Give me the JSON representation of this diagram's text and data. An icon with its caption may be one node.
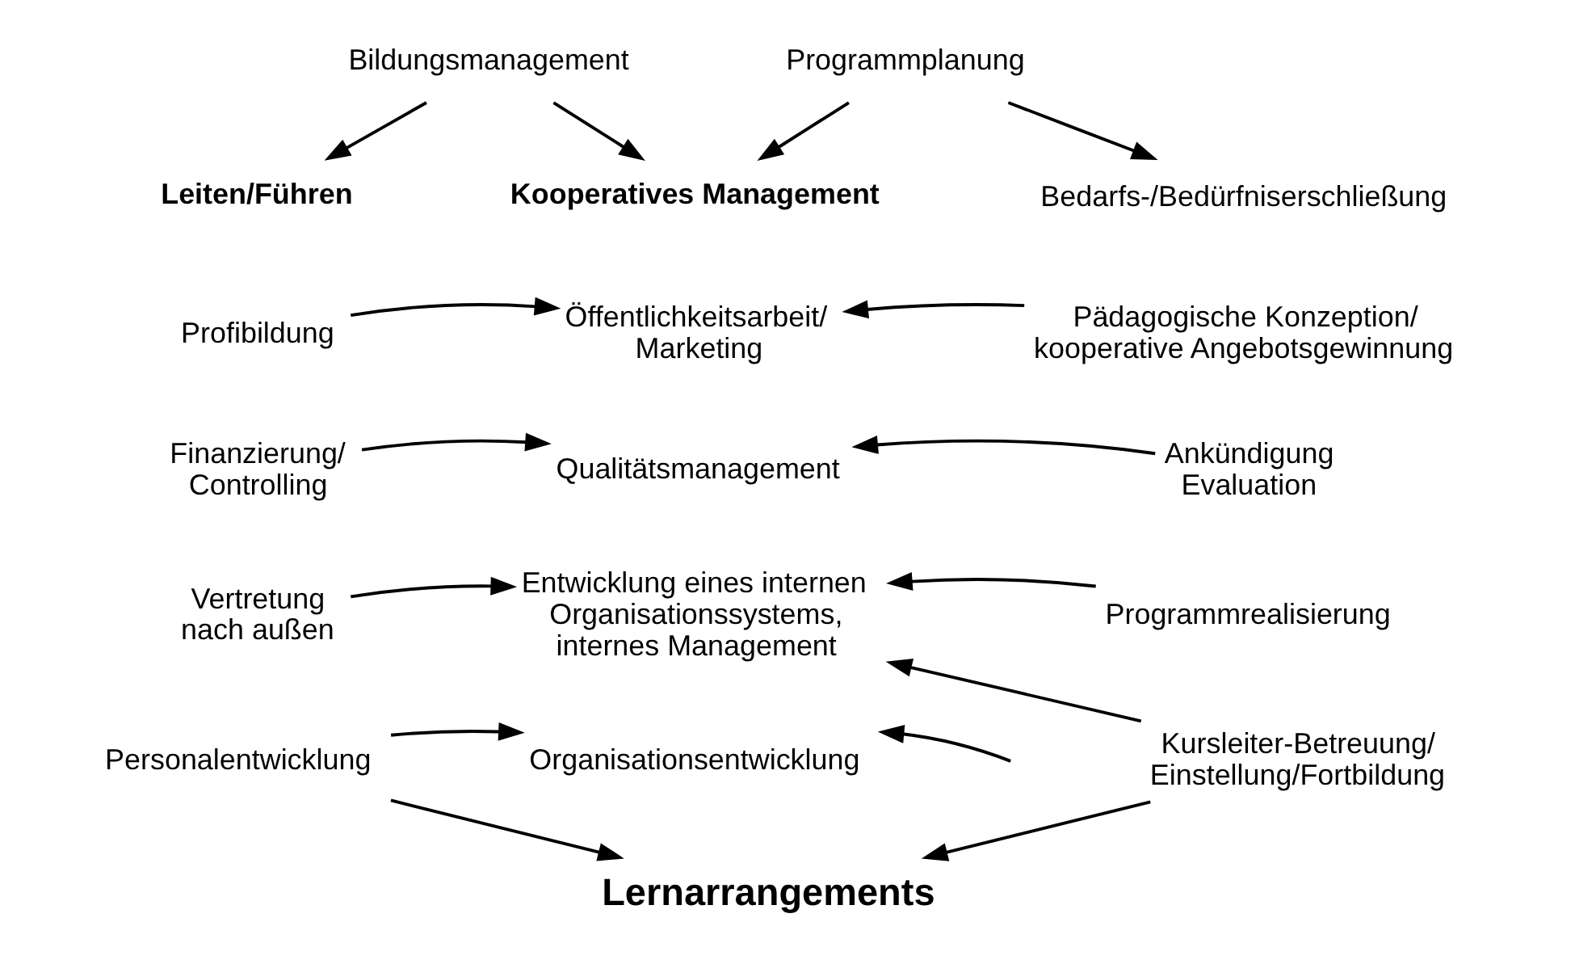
{
  "diagram": {
    "nodes": [
      {
        "text": [
          "Bildungsmanagement"
        ]
      },
      {
        "text": [
          "Programmplanung"
        ]
      },
      {
        "text": [
          "Leiten/Führen"
        ]
      },
      {
        "text": [
          "Kooperatives Management"
        ]
      },
      {
        "text": [
          "Bedarfs-/Bedürfniserschließung"
        ]
      },
      {
        "text": [
          "Profibildung"
        ]
      },
      {
        "text": [
          "Öffentlichkeitsarbeit/ Marketing"
        ]
      },
      {
        "text": [
          "Pädagogische Konzeption/ kooperative Angebotsgewinnung"
        ]
      },
      {
        "text": [
          "Finanzierung/ Controlling"
        ]
      },
      {
        "text": [
          "Qualitätsmanagement"
        ]
      },
      {
        "text": [
          "Ankündigung Evaluation"
        ]
      },
      {
        "text": [
          "Vertretung nach außen"
        ]
      },
      {
        "text": [
          "Entwicklung eines internen Organisationssystems, internes Management"
        ]
      },
      {
        "text": [
          "Programmrealisierung"
        ]
      },
      {
        "text": [
          "Kursleiter-Betreuung/ Einstellung/Fortbildung"
        ]
      },
      {
        "text": [
          "Personalentwicklung"
        ]
      },
      {
        "text": [
          "Organisationsentwicklung"
        ]
      },
      {
        "text": [
          "Lernarrangements"
        ]
      }
    ],
    "edges": [
      {
        "from": 0,
        "to": 2,
        "arrow": "to"
      },
      {
        "from": 0,
        "to": 3,
        "arrow": "to"
      },
      {
        "from": 1,
        "to": 3,
        "arrow": "to"
      },
      {
        "from": 1,
        "to": 4,
        "arrow": "to"
      },
      {
        "from": 5,
        "to": 6,
        "arrow": "to"
      },
      {
        "from": 7,
        "to": 6,
        "arrow": "to"
      },
      {
        "from": 8,
        "to": 9,
        "arrow": "to"
      },
      {
        "from": 10,
        "to": 9,
        "arrow": "to"
      },
      {
        "from": 11,
        "to": 12,
        "arrow": "to"
      },
      {
        "from": 13,
        "to": 12,
        "arrow": "to"
      },
      {
        "from": 14,
        "to": 12,
        "arrow": "to"
      },
      {
        "from": 15,
        "to": 16,
        "arrow": "to"
      },
      {
        "from": null,
        "to": 16,
        "arrow": "to"
      },
      {
        "from": 15,
        "to": 17,
        "arrow": "to"
      },
      {
        "from": 14,
        "to": 17,
        "arrow": "to"
      }
    ]
  }
}
